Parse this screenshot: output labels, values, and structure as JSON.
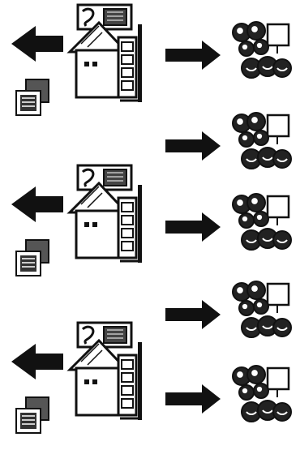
{
  "rows": [
    {
      "left_arrow": true,
      "house": true,
      "right_arrows": 2
    },
    {
      "left_arrow": true,
      "house": true,
      "right_arrows": 2
    },
    {
      "left_arrow": true,
      "house": true,
      "right_arrows": 1
    }
  ],
  "icons": {
    "left_arrow": "arrow-left-icon",
    "right_arrow": "arrow-right-icon",
    "house": "house-icon",
    "document_stack": "document-stack-icon",
    "people_group": "people-group-icon"
  },
  "colors": {
    "ink": "#111111",
    "paper": "#ffffff",
    "shade": "#555555"
  }
}
